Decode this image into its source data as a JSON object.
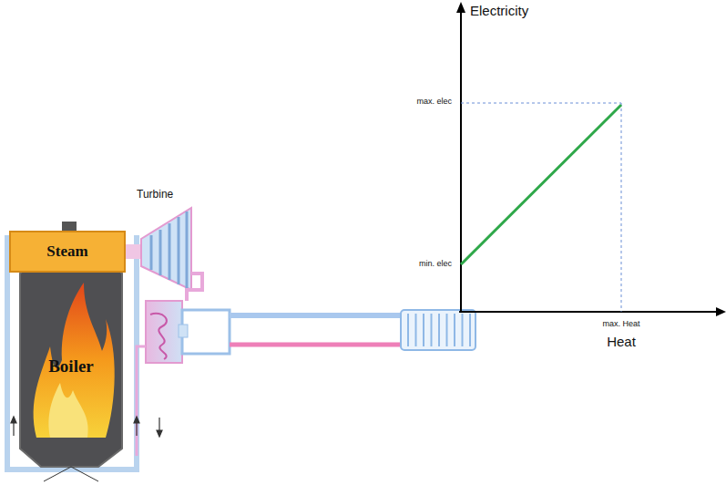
{
  "diagram": {
    "nodes": [
      {
        "text": [
          "Steam"
        ]
      },
      {
        "text": [
          "Boiler"
        ]
      }
    ],
    "labels": [
      "Turbine",
      "Electricity",
      "max. elec",
      "min. elec",
      "max. Heat",
      "Heat"
    ]
  }
}
